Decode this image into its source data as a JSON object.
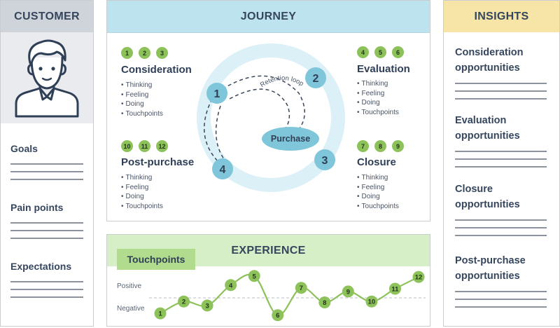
{
  "customer": {
    "header": "CUSTOMER",
    "sections": [
      {
        "label": "Goals"
      },
      {
        "label": "Pain points"
      },
      {
        "label": "Expectations"
      }
    ]
  },
  "journey": {
    "header": "JOURNEY",
    "bullet_items": [
      "Thinking",
      "Feeling",
      "Doing",
      "Touchpoints"
    ],
    "stages": [
      {
        "title": "Consideration",
        "badges": [
          "1",
          "2",
          "3"
        ]
      },
      {
        "title": "Evaluation",
        "badges": [
          "4",
          "5",
          "6"
        ]
      },
      {
        "title": "Post-purchase",
        "badges": [
          "10",
          "11",
          "12"
        ]
      },
      {
        "title": "Closure",
        "badges": [
          "7",
          "8",
          "9"
        ]
      }
    ],
    "loop_numbers": [
      "1",
      "2",
      "3",
      "4"
    ],
    "center_label": "Purchase",
    "retention_label": "Retention loop"
  },
  "experience": {
    "header": "EXPERIENCE",
    "tag": "Touchpoints",
    "positive_label": "Positive",
    "negative_label": "Negative",
    "touchpoints": [
      {
        "label": "1",
        "sentiment": -0.85
      },
      {
        "label": "2",
        "sentiment": -0.2
      },
      {
        "label": "3",
        "sentiment": -0.42
      },
      {
        "label": "4",
        "sentiment": 0.7
      },
      {
        "label": "5",
        "sentiment": 1.2
      },
      {
        "label": "6",
        "sentiment": -0.95
      },
      {
        "label": "7",
        "sentiment": 0.55
      },
      {
        "label": "8",
        "sentiment": -0.25
      },
      {
        "label": "9",
        "sentiment": 0.35
      },
      {
        "label": "10",
        "sentiment": -0.2
      },
      {
        "label": "11",
        "sentiment": 0.5
      },
      {
        "label": "12",
        "sentiment": 1.15
      }
    ]
  },
  "insights": {
    "header": "INSIGHTS",
    "items": [
      {
        "label": "Consideration opportunities"
      },
      {
        "label": "Evaluation opportunities"
      },
      {
        "label": "Closure opportunities"
      },
      {
        "label": "Post-purchase opportunities"
      }
    ]
  },
  "colors": {
    "badge_green": "#8dc15a",
    "loop_blue": "#7fc6da",
    "ring_blue": "#dcf0f7",
    "curve_green": "#8dc15a"
  }
}
